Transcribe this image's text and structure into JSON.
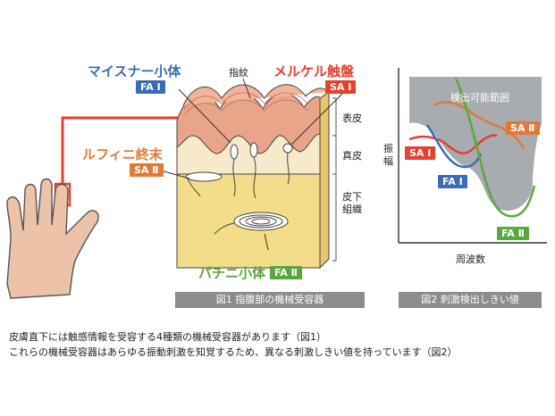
{
  "fig1": {
    "meissner": {
      "name": "マイスナー小体",
      "badge": "FA Ⅰ"
    },
    "merkel": {
      "name": "メルケル触盤",
      "badge": "SA Ⅰ"
    },
    "ruffini": {
      "name": "ルフィニ終末",
      "badge": "SA Ⅱ"
    },
    "pacini": {
      "name": "パチニ小体",
      "badge": "FA Ⅱ"
    },
    "fingerprint": "指紋",
    "layers": {
      "epidermis": "表皮",
      "dermis": "真皮",
      "subcutis_1": "皮下",
      "subcutis_2": "組織"
    },
    "caption": "図1  指腹部の機械受容器"
  },
  "fig2": {
    "ylabel": "振幅",
    "xlabel": "周波数",
    "region_label": "検出可能範囲",
    "caption": "図2  刺激検出しきい値",
    "chart_data": {
      "type": "line",
      "xlabel": "周波数",
      "ylabel": "振幅",
      "series": [
        {
          "name": "SA Ⅰ",
          "color": "#e5412f"
        },
        {
          "name": "FA Ⅰ",
          "color": "#3a6db5"
        },
        {
          "name": "SA Ⅱ",
          "color": "#e07a36"
        },
        {
          "name": "FA Ⅱ",
          "color": "#5aa83c"
        }
      ]
    }
  },
  "desc": {
    "line1": "皮膚直下には触感情報を受容する4種類の機械受容器があります（図1）",
    "line2": "これらの機械受容器はあらゆる振動刺激を知覚するため、異なる刺激しきい値を持っています（図2）"
  },
  "colors": {
    "blue": "#3a6db5",
    "red": "#e5412f",
    "orange": "#e07a36",
    "green": "#5aa83c",
    "caption_bg": "#8c8c8c"
  }
}
